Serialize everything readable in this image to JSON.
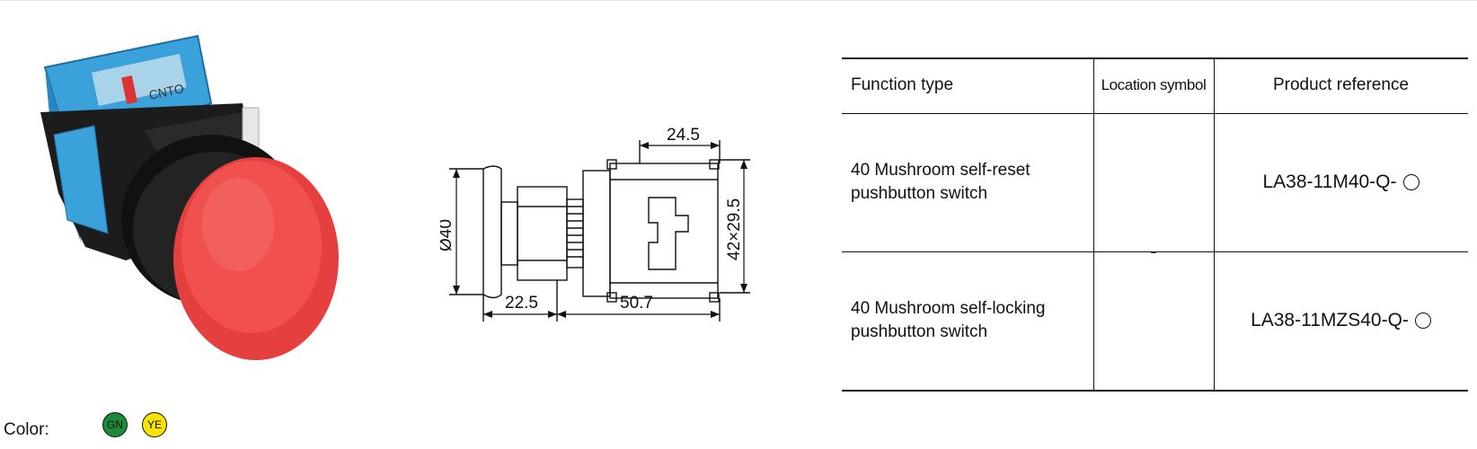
{
  "color_section": {
    "label": "Color:",
    "swatches": [
      {
        "code": "GN",
        "color": "#1b8a3a"
      },
      {
        "code": "YE",
        "color": "#f5e400"
      }
    ]
  },
  "photo": {
    "cap_color": "#ea4444",
    "body_color": "#1a1a1a",
    "block_color": "#2f9ad6",
    "brand_text": "CNTO"
  },
  "drawing": {
    "dim_diameter": "Ø40",
    "dim_front": "22.5",
    "dim_body": "50.7",
    "dim_block_width": "24.5",
    "dim_block_size": "42×29.5"
  },
  "table": {
    "headers": [
      "Function type",
      "Location symbol",
      "Product reference"
    ],
    "location_value": "-",
    "rows": [
      {
        "function_line1": "40 Mushroom self-reset",
        "function_line2": "pushbutton switch",
        "reference": "LA38-11M40-Q-"
      },
      {
        "function_line1": "40 Mushroom self-locking",
        "function_line2": "pushbutton switch",
        "reference": "LA38-11MZS40-Q-"
      }
    ]
  }
}
